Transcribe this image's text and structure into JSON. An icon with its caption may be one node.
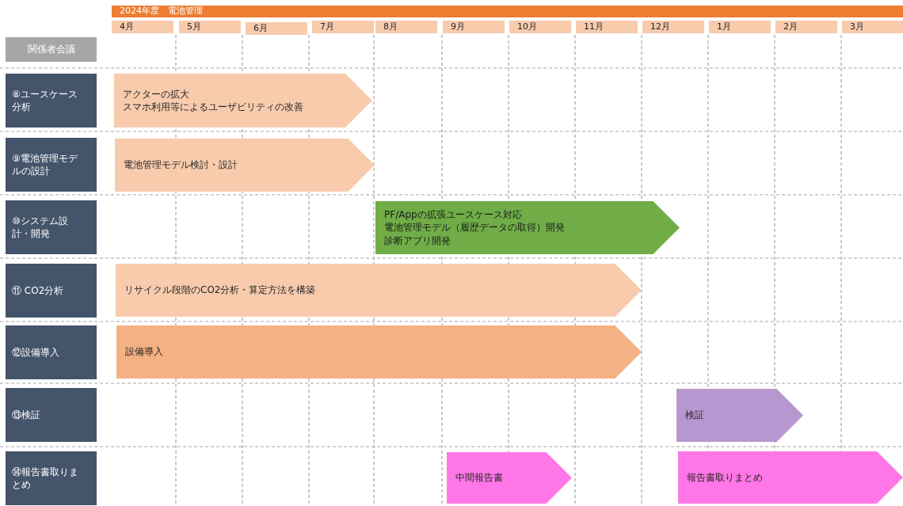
{
  "diagram": {
    "nodes": [
      {
        "text": [
          "2024年度　電池管理"
        ]
      },
      {
        "text": [
          "4月"
        ]
      },
      {
        "text": [
          "5月"
        ]
      },
      {
        "text": [
          "6月"
        ]
      },
      {
        "text": [
          "7月"
        ]
      },
      {
        "text": [
          "8月"
        ]
      },
      {
        "text": [
          "9月"
        ]
      },
      {
        "text": [
          "10月"
        ]
      },
      {
        "text": [
          "11月"
        ]
      },
      {
        "text": [
          "12月"
        ]
      },
      {
        "text": [
          "1月"
        ]
      },
      {
        "text": [
          "2月"
        ]
      },
      {
        "text": [
          "3月"
        ]
      },
      {
        "text": [
          "関係者会議"
        ]
      },
      {
        "text": [
          "⑧ユースケース分析"
        ]
      },
      {
        "text": [
          "アクターの拡大",
          "スマホ利用等によるユーザビリティの改善"
        ]
      },
      {
        "text": [
          "⑨電池管理モデルの設計"
        ]
      },
      {
        "text": [
          "電池管理モデル検討・設計"
        ]
      },
      {
        "text": [
          "⑩システム設計・開発"
        ]
      },
      {
        "text": [
          "PF/Appの拡張ユースケース対応",
          "電池管理モデル（履歴データの取得）開発",
          "診断アプリ開発"
        ]
      },
      {
        "text": [
          "⑪ CO2分析"
        ]
      },
      {
        "text": [
          "リサイクル段階のCO2分析・算定方法を構築"
        ]
      },
      {
        "text": [
          "⑫設備導入"
        ]
      },
      {
        "text": [
          "設備導入"
        ]
      },
      {
        "text": [
          "⑬検証"
        ]
      },
      {
        "text": [
          "検証"
        ]
      },
      {
        "text": [
          "⑭報告書取りまとめ"
        ]
      },
      {
        "text": [
          "中間報告書"
        ]
      },
      {
        "text": [
          "報告書取りまとめ"
        ]
      }
    ]
  }
}
